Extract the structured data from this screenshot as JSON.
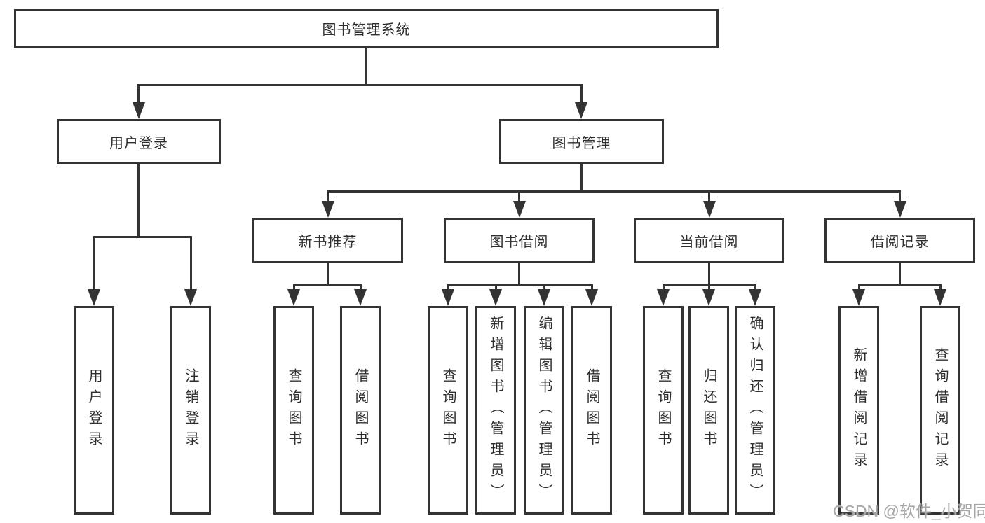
{
  "diagram": {
    "title_node": {
      "label": "图书管理系统"
    },
    "level2": [
      {
        "label": "用户登录"
      },
      {
        "label": "图书管理"
      }
    ],
    "level3": [
      {
        "label": "新书推荐"
      },
      {
        "label": "图书借阅"
      },
      {
        "label": "当前借阅"
      },
      {
        "label": "借阅记录"
      }
    ],
    "leaves": {
      "user_login": [
        {
          "label": "用户登录"
        },
        {
          "label": "注销登录"
        }
      ],
      "new_book_rec": [
        {
          "label": "查询图书"
        },
        {
          "label": "借阅图书"
        }
      ],
      "book_borrow": [
        {
          "label": "查询图书"
        },
        {
          "label": "新增图书（管理员）"
        },
        {
          "label": "编辑图书（管理员）"
        },
        {
          "label": "借阅图书"
        }
      ],
      "current_borrow": [
        {
          "label": "查询图书"
        },
        {
          "label": "归还图书"
        },
        {
          "label": "确认归还（管理员）"
        }
      ],
      "borrow_records": [
        {
          "label": "新增借阅记录"
        },
        {
          "label": "查询借阅记录"
        }
      ]
    }
  },
  "watermark": {
    "text": "CSDN @软件_小贺同学"
  },
  "colors": {
    "line": "#333333",
    "text": "#2e2e2e",
    "watermark": "#a6a6a6",
    "background": "#ffffff"
  }
}
